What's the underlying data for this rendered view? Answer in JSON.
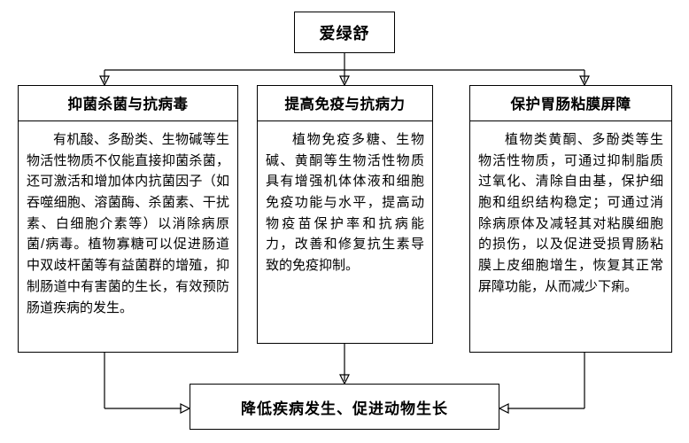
{
  "diagram": {
    "title": "爱绿舒",
    "columns": [
      {
        "heading": "抑菌杀菌与抗病毒",
        "body": "有机酸、多酚类、生物碱等生物活性物质不仅能直接抑菌杀菌，还可激活和增加体内抗菌因子（如吞噬细胞、溶菌酶、杀菌素、干扰素、白细胞介素等）以消除病原菌/病毒。植物寡糖可以促进肠道中双歧杆菌等有益菌群的增殖，抑制肠道中有害菌的生长，有效预防肠道疾病的发生。"
      },
      {
        "heading": "提高免疫与抗病力",
        "body": "植物免疫多糖、生物碱、黄酮等生物活性物质具有增强机体体液和细胞免疫功能与水平，提高动物疫苗保护率和抗病能力，改善和修复抗生素导致的免疫抑制。"
      },
      {
        "heading": "保护胃肠粘膜屏障",
        "body": "植物类黄酮、多酚类等生物活性物质，可通过抑制脂质过氧化、清除自由基，保护细胞和组织结构稳定；可通过消除病原体及减轻其对粘膜细胞的损伤，以及促进受损胃肠粘膜上皮细胞增生，恢复其正常屏障功能，从而减少下痢。"
      }
    ],
    "conclusion": "降低疾病发生、促进动物生长"
  }
}
